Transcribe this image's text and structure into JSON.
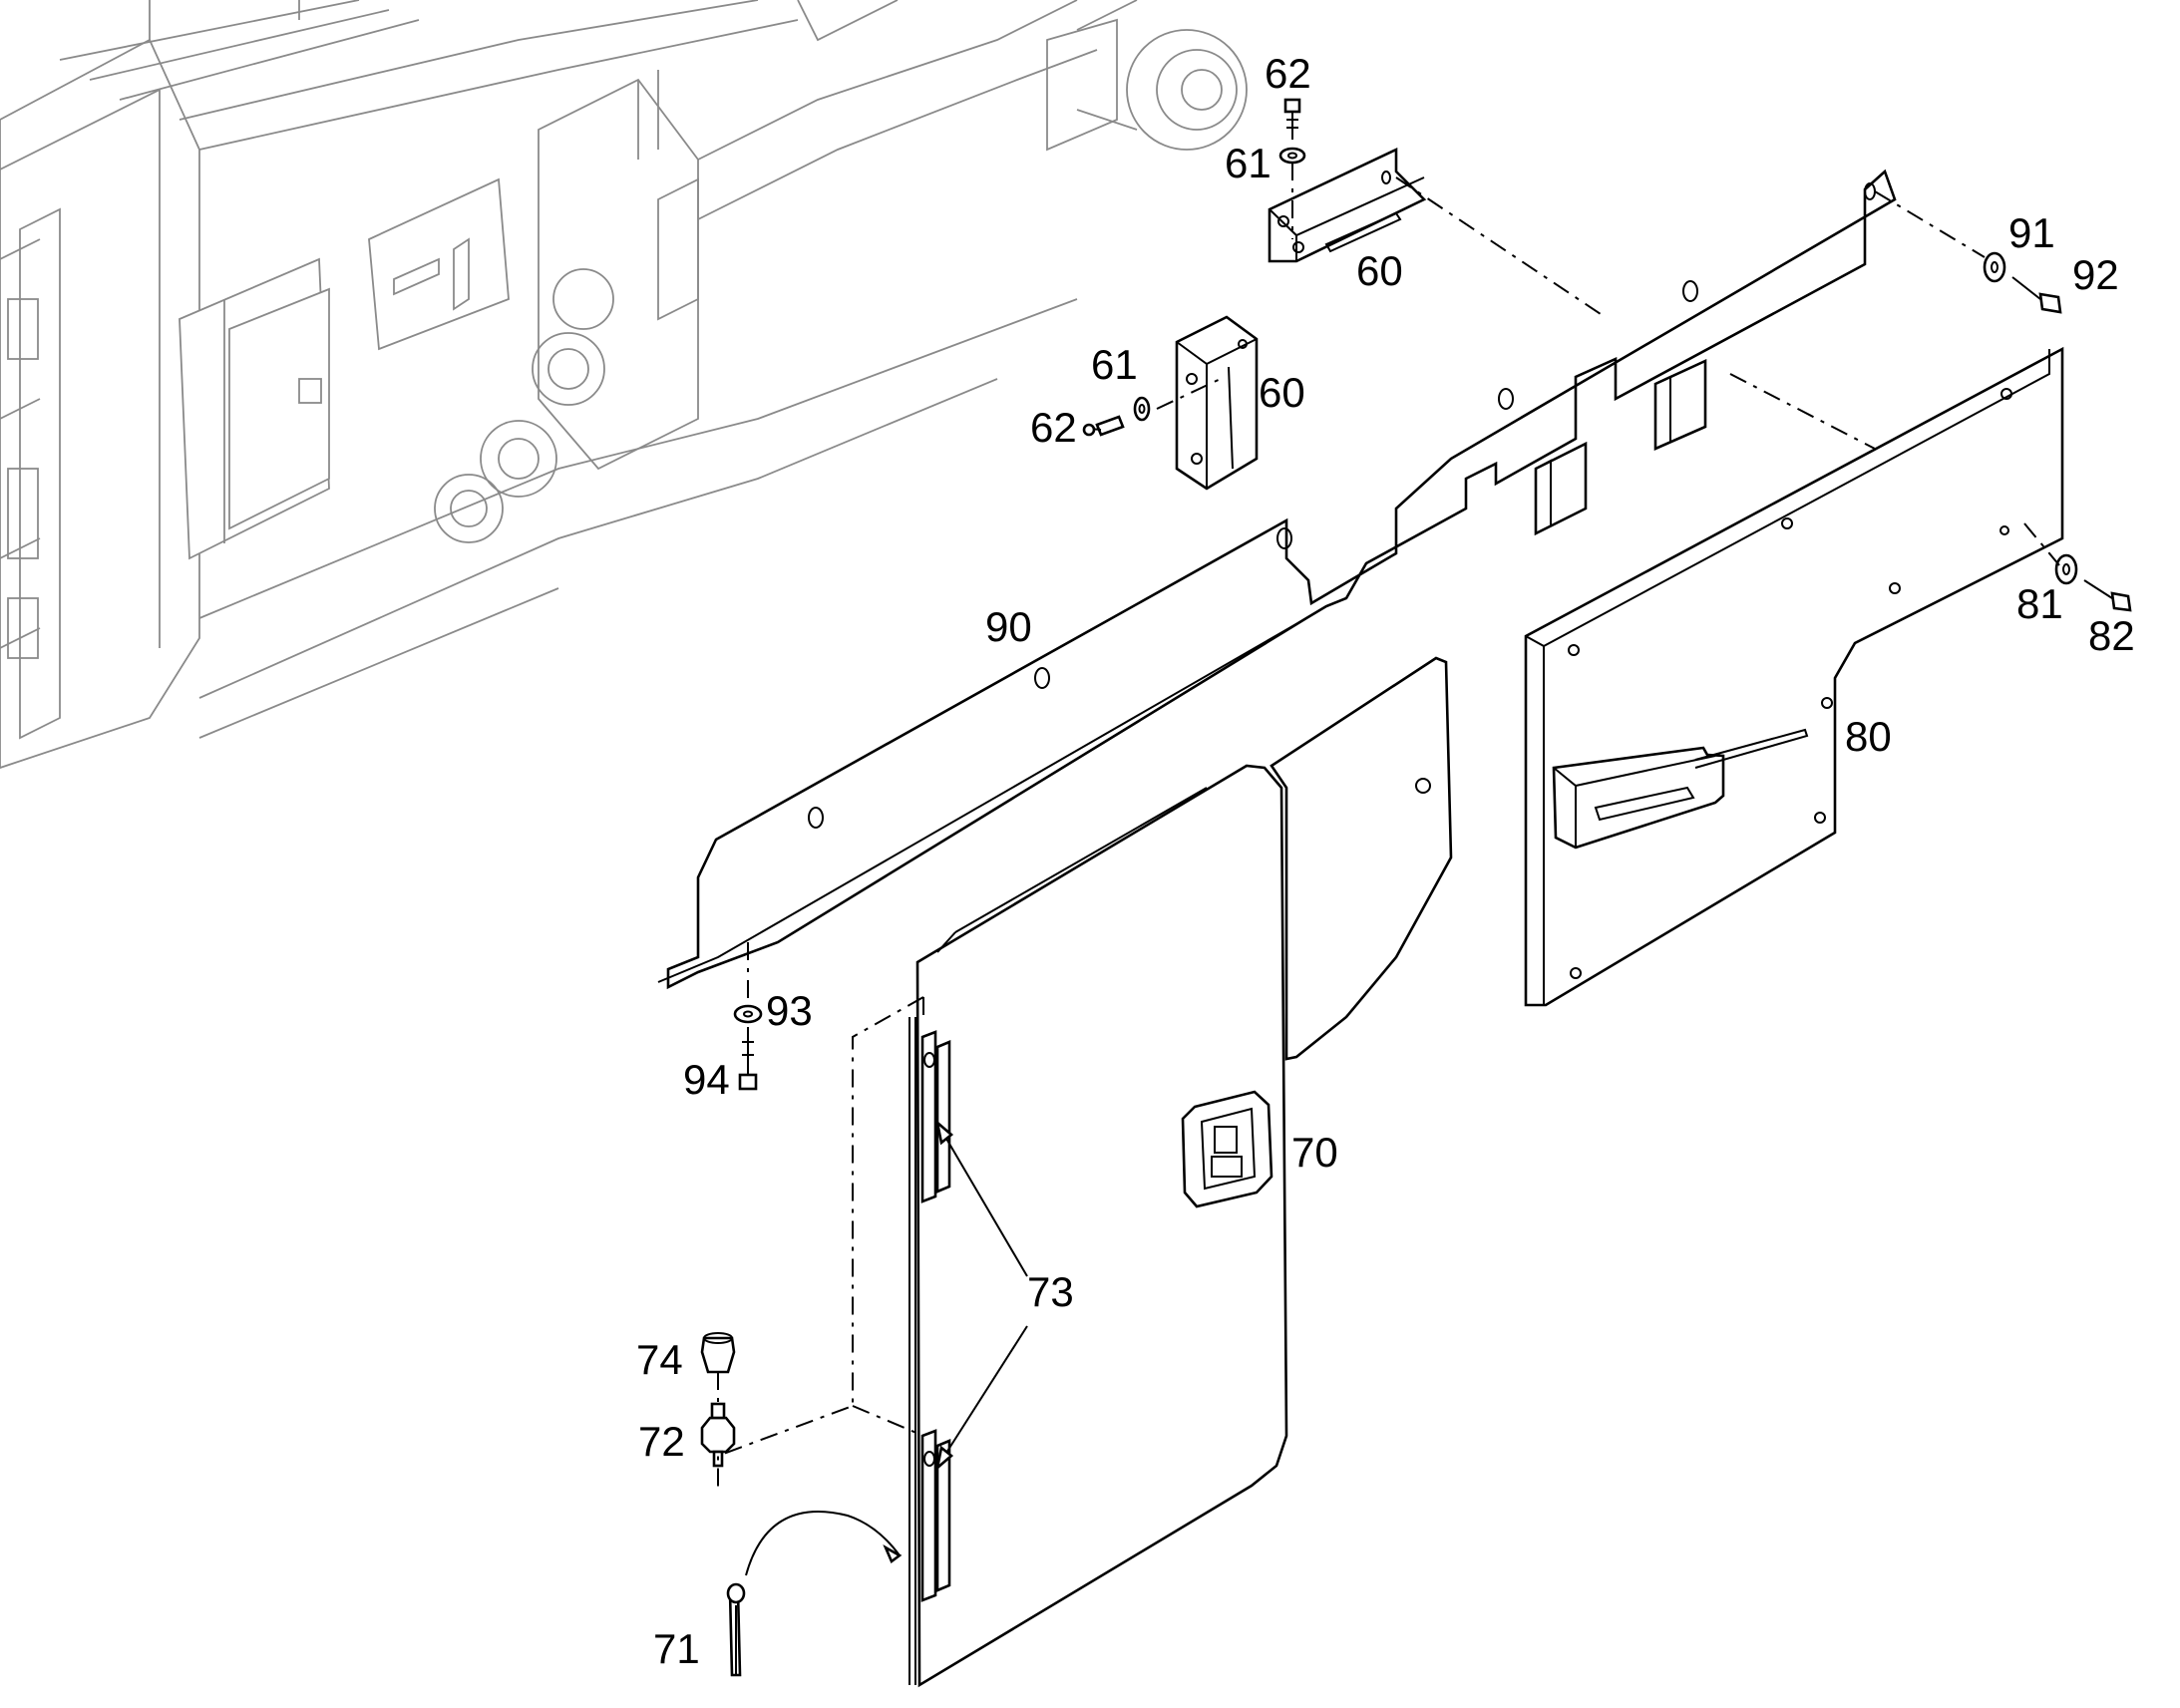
{
  "diagram": {
    "line_color": "#000000",
    "background_color": "#ffffff",
    "context_color": "#8a8a8a",
    "labels": {
      "l62a": "62",
      "l61a": "61",
      "l60a": "60",
      "l61b": "61",
      "l60b": "60",
      "l62b": "62",
      "l91": "91",
      "l92": "92",
      "l90": "90",
      "l81": "81",
      "l82": "82",
      "l80": "80",
      "l93": "93",
      "l94": "94",
      "l70": "70",
      "l73": "73",
      "l74": "74",
      "l72": "72",
      "l71": "71"
    }
  }
}
